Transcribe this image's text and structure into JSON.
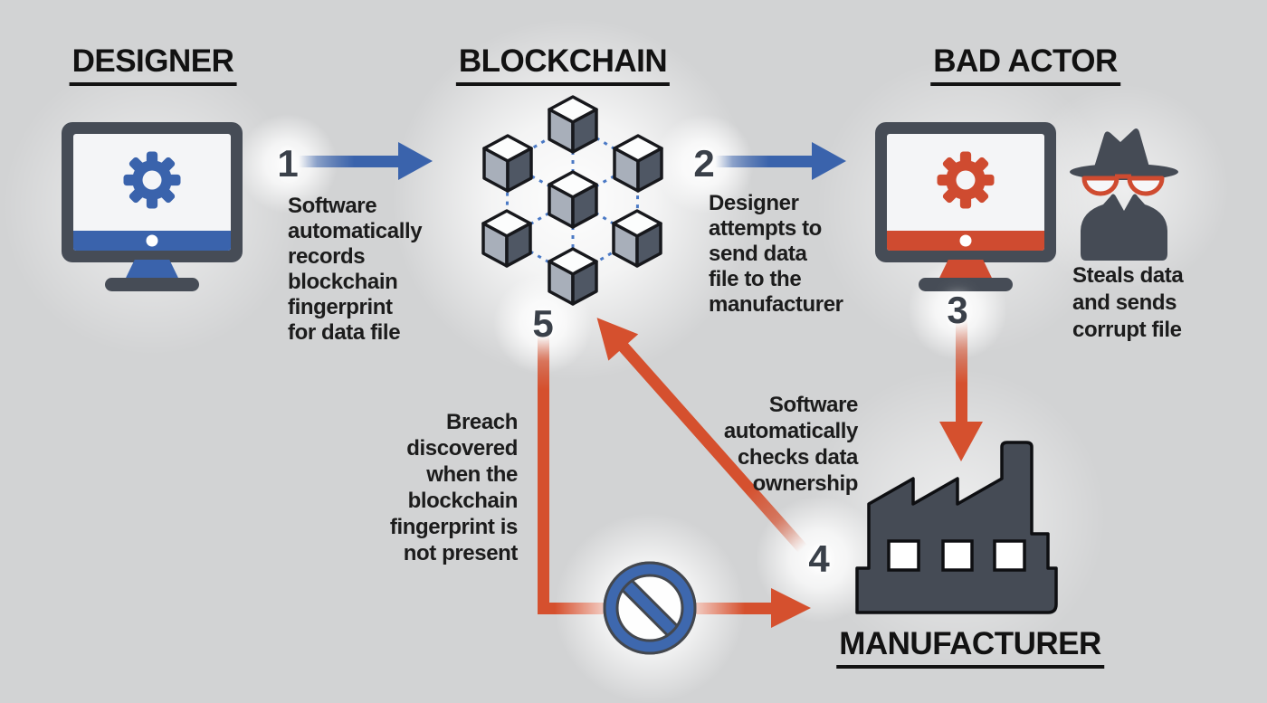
{
  "background_color": "#d2d3d4",
  "entities": {
    "designer": {
      "title": "DESIGNER",
      "icon": "computer-monitor-gear-icon",
      "accent": "#3a63ac"
    },
    "blockchain": {
      "title": "BLOCKCHAIN",
      "icon": "blockchain-cubes-icon"
    },
    "bad_actor": {
      "title": "BAD ACTOR",
      "icon": "computer-monitor-gear-icon",
      "accent": "#cf4b30",
      "spy_icon": "spy-icon",
      "caption": "Steals data\nand sends\ncorrupt file"
    },
    "manufacturer": {
      "title": "MANUFACTURER",
      "icon": "factory-icon"
    }
  },
  "steps": {
    "step1": {
      "number": "1",
      "label": "Software\nautomatically\nrecords\nblockchain\nfingerprint\nfor data file",
      "arrow": "blue-right"
    },
    "step2": {
      "number": "2",
      "label": "Designer\nattempts to\nsend data\nfile to the\nmanufacturer",
      "arrow": "blue-right"
    },
    "step3": {
      "number": "3",
      "arrow": "red-down"
    },
    "step4": {
      "number": "4",
      "label": "Software\nautomatically\nchecks data\nownership",
      "arrow": "red-diagonal-up-left"
    },
    "step5": {
      "number": "5",
      "label": "Breach\ndiscovered\nwhen the\nblockchain\nfingerprint is\nnot present",
      "arrow": "red-elbow-right",
      "blocked_icon": "no-entry-icon"
    }
  },
  "colors": {
    "blue": "#3a63ac",
    "red": "#d5502e",
    "dark_gray": "#454b55",
    "text": "#1c1c1c",
    "dashed_line": "#4a79c5",
    "number": "#3a4049",
    "screen_white": "#f4f5f7"
  }
}
